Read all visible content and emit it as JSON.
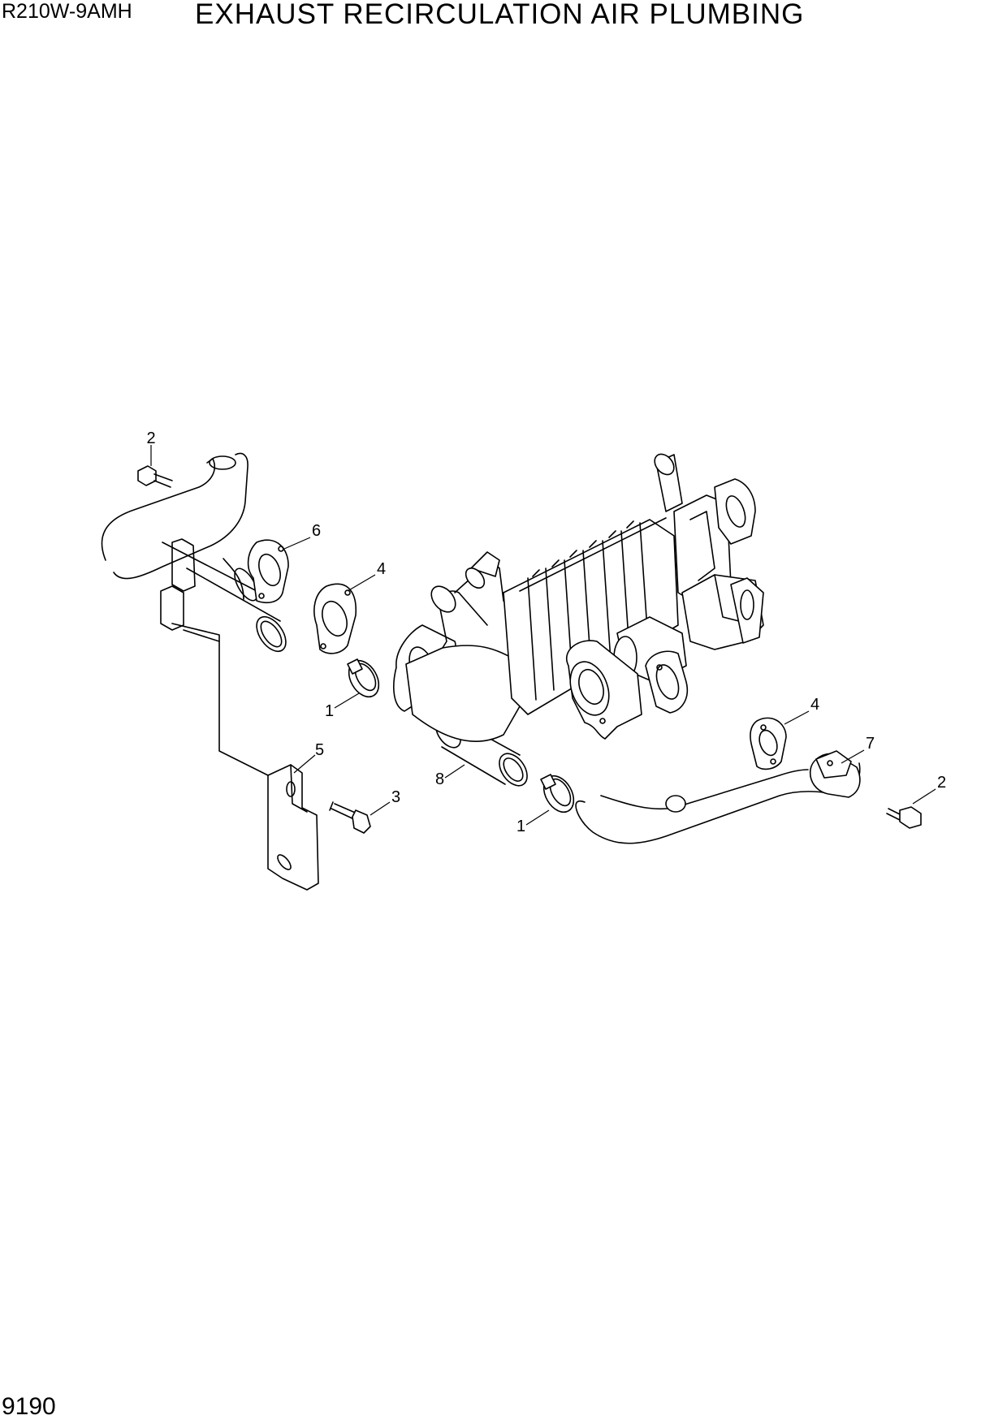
{
  "header": {
    "model": "R210W-9AMH",
    "title": "EXHAUST RECIRCULATION AIR PLUMBING"
  },
  "footer": {
    "page_number": "9190"
  },
  "callouts": [
    "2",
    "6",
    "4",
    "1",
    "5",
    "3",
    "8",
    "1",
    "4",
    "7",
    "2"
  ]
}
